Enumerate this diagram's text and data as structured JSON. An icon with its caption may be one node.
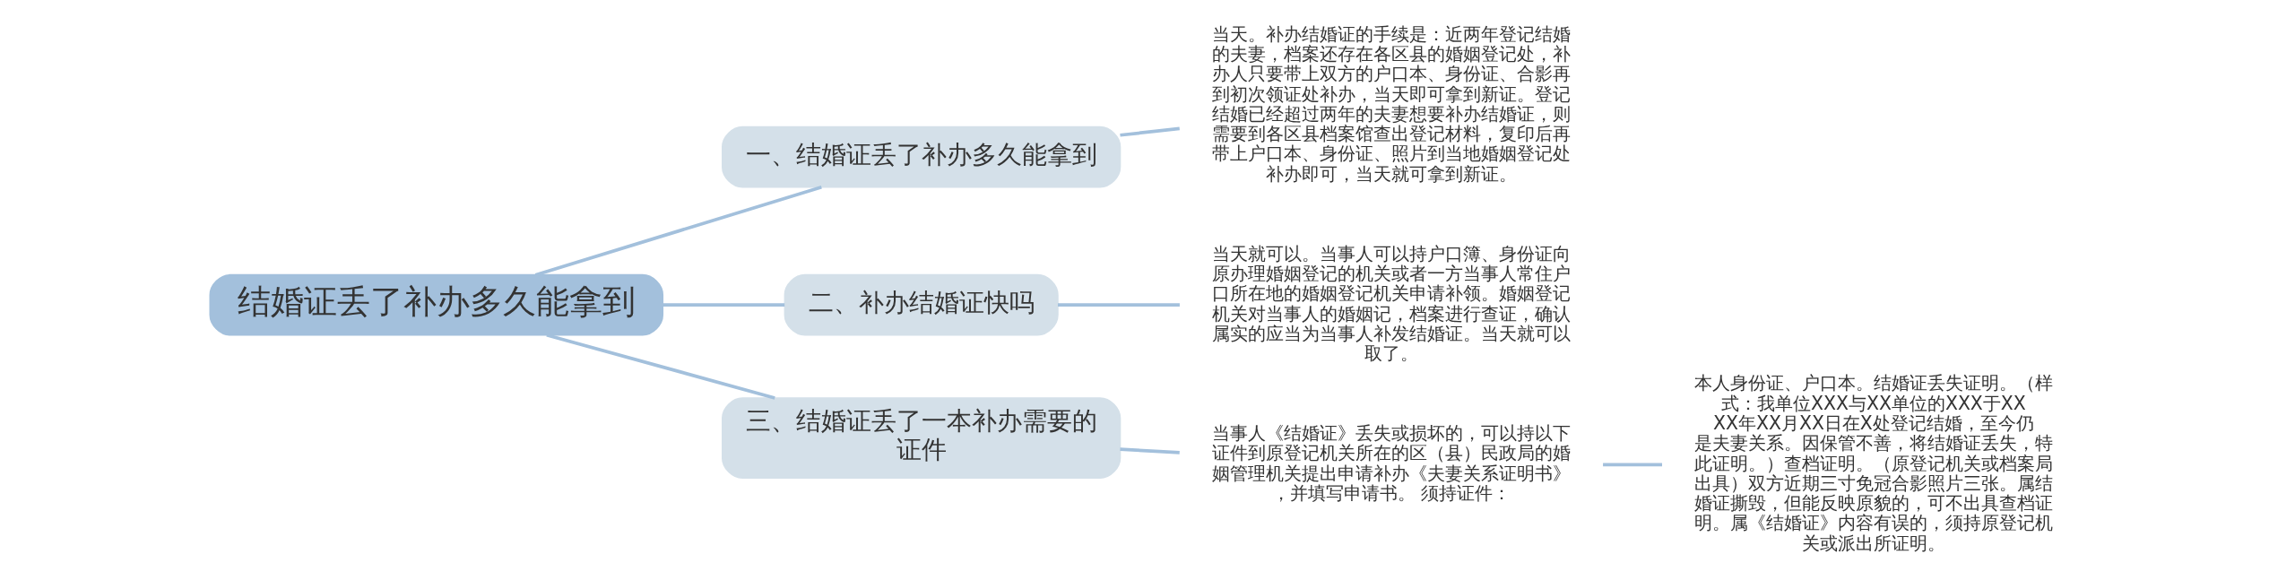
{
  "diagram": {
    "nodes": [
      {
        "text": [
          "结婚证丢了补办多久能拿到"
        ]
      },
      {
        "text": [
          "一、结婚证丢了补办多久能拿到"
        ]
      },
      {
        "text": [
          "当天。补办结婚证的手续是：近两年登记结婚的夫妻，档案还存在各区县的婚姻登记处，补办人只要带上双方的户口本、身份证、合影再到初次领证处补办，当天即可拿到新证。登记结婚已经超过两年的夫妻想要补办结婚证，则需要到各区县档案馆查出登记材料，复印后再带上户口本、身份证、照片到当地婚姻登记处补办即可，当天就可拿到新证。"
        ]
      },
      {
        "text": [
          "二、补办结婚证快吗"
        ]
      },
      {
        "text": [
          "当天就可以。当事人可以持户口簿、身份证向原办理婚姻登记的机关或者一方当事人常住户口所在地的婚姻登记机关申请补领。婚姻登记机关对当事人的婚姻记，档案进行查证，确认属实的应当为当事人补发结婚证。当天就可以取了。"
        ]
      },
      {
        "text": [
          "三、结婚证丢了一本补办需要的证件"
        ]
      },
      {
        "text": [
          "当事人《结婚证》丢失或损坏的，可以持以下证件到原登记机关所在的区（县）民政局的婚姻管理机关提出申请补办《夫妻关系证明书》，并填写申请书。 须持证件："
        ]
      },
      {
        "text": [
          "本人身份证、户口本。结婚证丢失证明。（样式：我单位XXX与XX单位的XXX于XXXX年XX月XX日在X处登记结婚，至今仍是夫妻关系。因保管不善，将结婚证丢失，特此证明。）查档证明。（原登记机关或档案局出具）双方近期三寸免冠合影照片三张。属结婚证撕毁，但能反映原貌的，可不出具查档证明。属《结婚证》内容有误的，须持原登记机关或派出所证明。"
        ]
      }
    ],
    "edges": [
      {
        "from": 0,
        "to": 1,
        "arrow": "none"
      },
      {
        "from": 1,
        "to": 2,
        "arrow": "none"
      },
      {
        "from": 0,
        "to": 3,
        "arrow": "none"
      },
      {
        "from": 3,
        "to": 4,
        "arrow": "none"
      },
      {
        "from": 0,
        "to": 5,
        "arrow": "none"
      },
      {
        "from": 5,
        "to": 6,
        "arrow": "none"
      },
      {
        "from": 6,
        "to": 7,
        "arrow": "none"
      }
    ]
  }
}
